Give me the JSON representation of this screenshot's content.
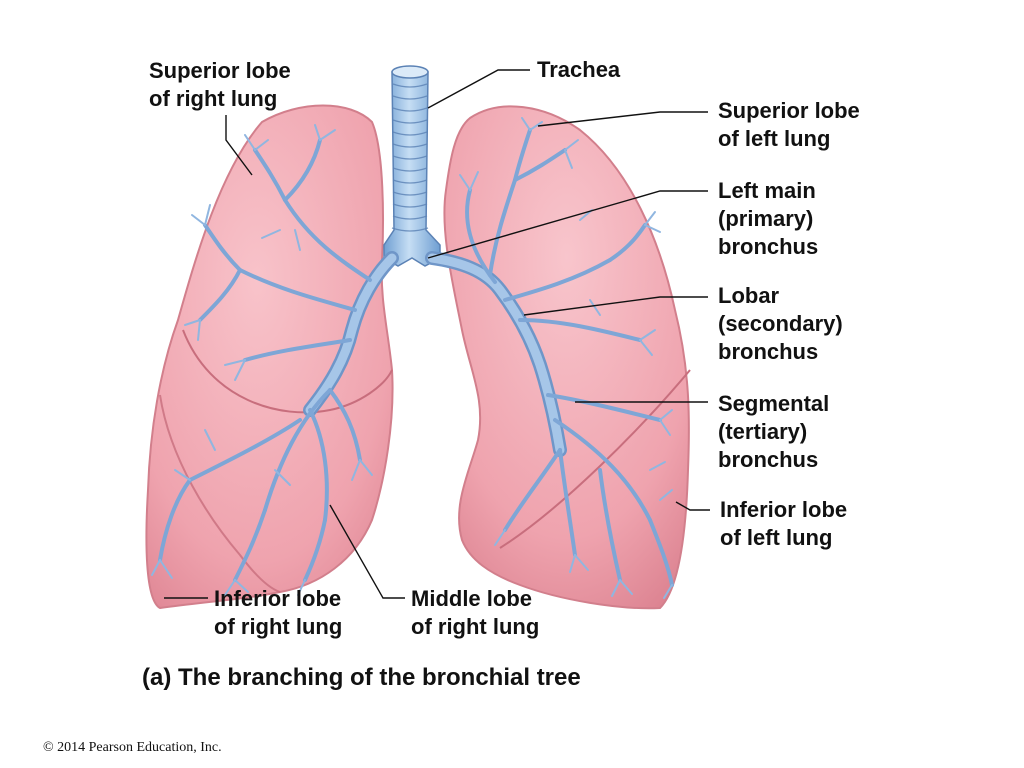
{
  "labels": {
    "superior_right": [
      "Superior lobe",
      "of right lung"
    ],
    "trachea": [
      "Trachea"
    ],
    "superior_left": [
      "Superior lobe",
      "of left lung"
    ],
    "left_main": [
      "Left main",
      "(primary)",
      "bronchus"
    ],
    "lobar": [
      "Lobar",
      "(secondary)",
      "bronchus"
    ],
    "segmental": [
      "Segmental",
      "(tertiary)",
      "bronchus"
    ],
    "inferior_left": [
      "Inferior lobe",
      "of left lung"
    ],
    "inferior_right": [
      "Inferior lobe",
      "of right lung"
    ],
    "middle_right": [
      "Middle lobe",
      "of right lung"
    ]
  },
  "caption": {
    "part": "(a)",
    "title": "The branching of the bronchial tree"
  },
  "copyright": "© 2014 Pearson Education, Inc.",
  "colors": {
    "lung_fill": "#f2aab4",
    "lung_edge": "#d9838f",
    "lobe_fissure": "#c86e7d",
    "bronchus": "#8fb4dc",
    "bronchus_dark": "#5b82b5",
    "trachea": "#9cc3e8"
  }
}
